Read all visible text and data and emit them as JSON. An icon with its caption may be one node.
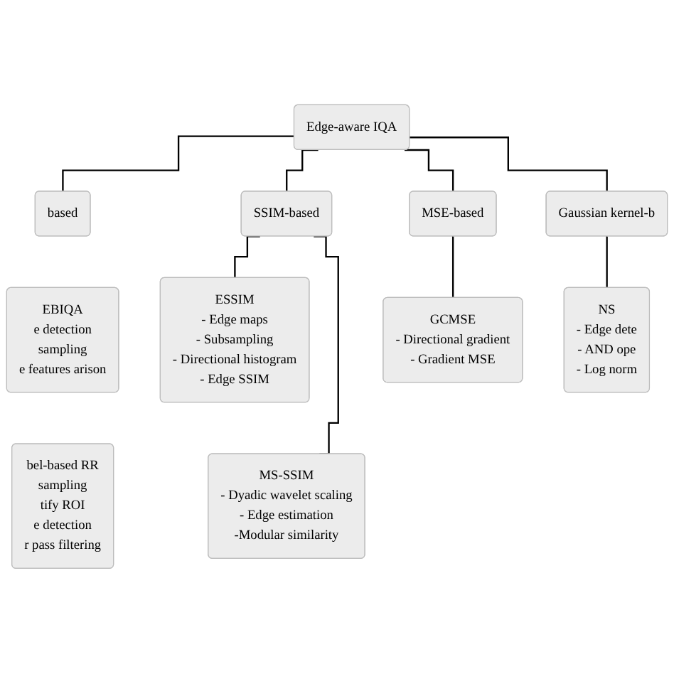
{
  "diagram": {
    "nodes": [
      {
        "text": [
          "Edge-aware IQA"
        ]
      },
      {
        "text": [
          "based"
        ]
      },
      {
        "text": [
          "SSIM-based"
        ]
      },
      {
        "text": [
          "MSE-based"
        ]
      },
      {
        "text": [
          "Gaussian kernel-b"
        ]
      },
      {
        "text": [
          "EBIQA",
          "e detection",
          "sampling",
          "e features arison"
        ]
      },
      {
        "text": [
          "ESSIM",
          "- Edge maps",
          "- Subsampling",
          "- Directional histogram",
          "- Edge SSIM"
        ]
      },
      {
        "text": [
          "GCMSE",
          "- Directional gradient",
          "- Gradient MSE"
        ]
      },
      {
        "text": [
          "NS",
          "- Edge dete",
          "- AND ope",
          "- Log norm"
        ]
      },
      {
        "text": [
          "bel-based RR",
          "sampling",
          "tify ROI",
          "e detection",
          "r pass filtering"
        ]
      },
      {
        "text": [
          "MS-SSIM",
          "- Dyadic wavelet scaling",
          "- Edge estimation",
          "-Modular similarity"
        ]
      }
    ],
    "edges": [
      {
        "from": 0,
        "to": 1,
        "arrow": "none"
      },
      {
        "from": 0,
        "to": 2,
        "arrow": "none"
      },
      {
        "from": 0,
        "to": 3,
        "arrow": "none"
      },
      {
        "from": 0,
        "to": 4,
        "arrow": "none"
      },
      {
        "from": 2,
        "to": 6,
        "arrow": "none"
      },
      {
        "from": 2,
        "to": 10,
        "arrow": "none"
      },
      {
        "from": 3,
        "to": 7,
        "arrow": "none"
      },
      {
        "from": 4,
        "to": 8,
        "arrow": "none"
      }
    ]
  }
}
